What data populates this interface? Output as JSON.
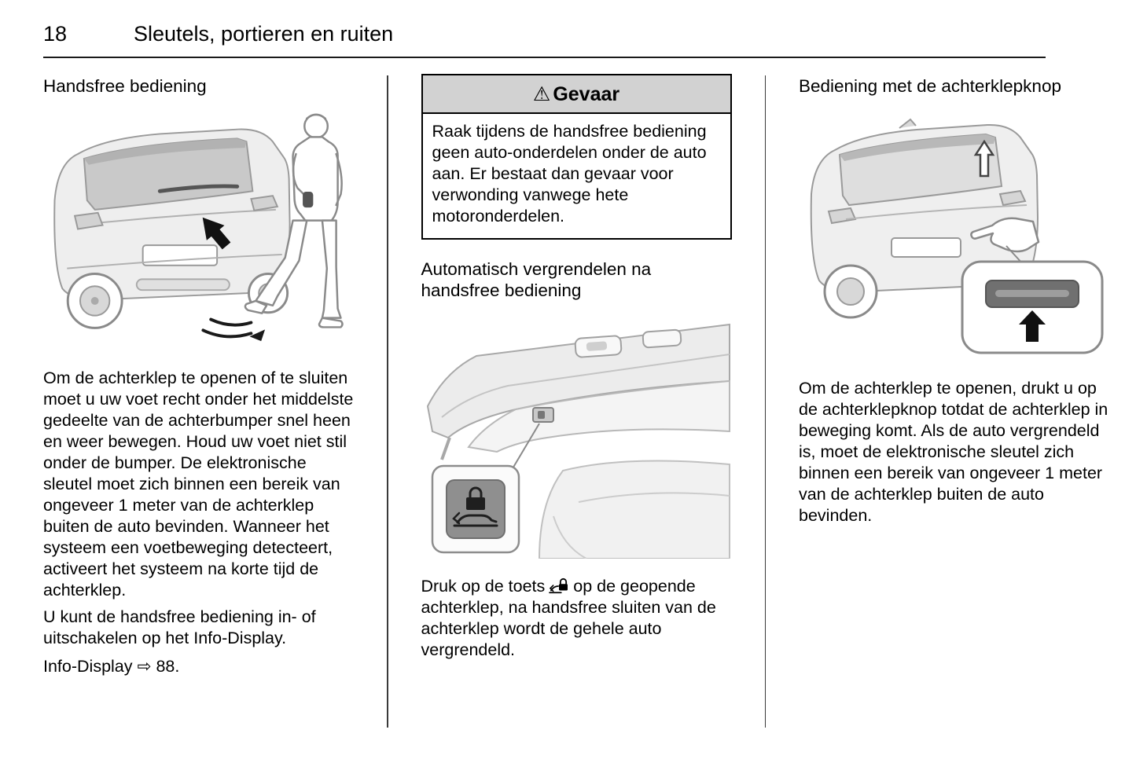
{
  "page": {
    "number": "18",
    "title": "Sleutels, portieren en ruiten"
  },
  "colors": {
    "warning_header_bg": "#d2d2d2",
    "text": "#000000",
    "rule": "#1a1a1a"
  },
  "icons": {
    "warning_glyph": "⚠",
    "reference_arrow_glyph": "⇨",
    "inline_button_icon": "car-lock-icon"
  },
  "col1": {
    "heading": "Handsfree bediening",
    "para1": "Om de achterklep te openen of te sluiten moet u uw voet recht onder het middelste gedeelte van de achterbumper snel heen en weer bewegen. Houd uw voet niet stil onder de bumper. De elektronische sleutel moet zich binnen een bereik van ongeveer 1 meter van de achterklep buiten de auto bevinden. Wanneer het systeem een voetbeweging detecteert, activeert het systeem na korte tijd de achterklep.",
    "para2": "U kunt de handsfree bediening in- of uitschakelen op het Info-Display.",
    "para3": "Info-Display ⇨ 88."
  },
  "col2": {
    "warning": {
      "title": "Gevaar",
      "body": "Raak tijdens de handsfree bediening geen auto-onderdelen onder de auto aan. Er bestaat dan gevaar voor verwonding vanwege hete motoronderdelen."
    },
    "heading": "Automatisch vergrendelen na handsfree bediening",
    "para_before_icon": "Druk op de toets",
    "para_after_icon": "op de geopende achterklep, na handsfree sluiten van de achterklep wordt de gehele auto vergrendeld."
  },
  "col3": {
    "heading": "Bediening met de achterklepknop",
    "para1": "Om de achterklep te openen, drukt u op de achterklepknop totdat de achterklep in beweging komt. Als de auto vergrendeld is, moet de elektronische sleutel zich binnen een bereik van ongeveer 1 meter van de achterklep buiten de auto bevinden."
  }
}
